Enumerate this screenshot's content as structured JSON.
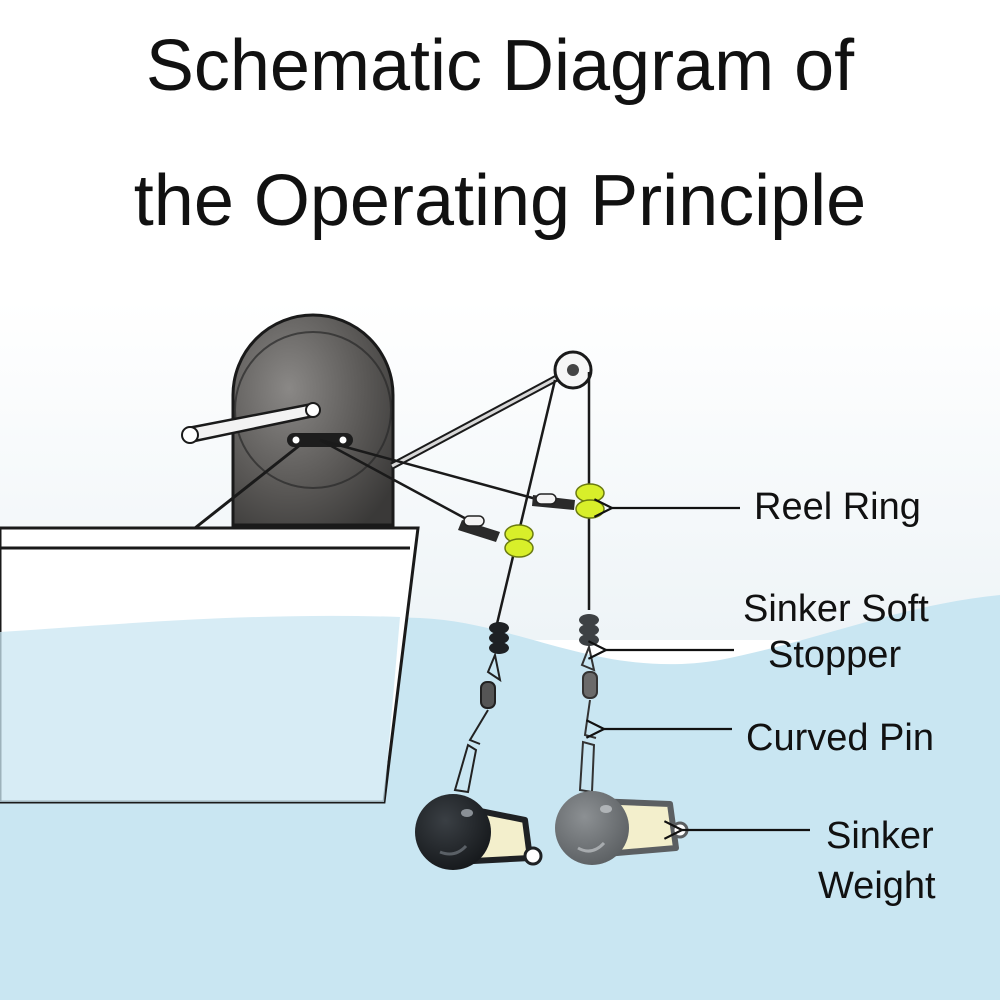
{
  "title": {
    "line1": "Schematic Diagram of",
    "line2": "the Operating Principle"
  },
  "labels": {
    "reel_ring": "Reel Ring",
    "sinker_soft_stopper_line1": "Sinker Soft",
    "sinker_soft_stopper_line2": "Stopper",
    "curved_pin": "Curved Pin",
    "sinker_weight_line1": "Sinker",
    "sinker_weight_line2": "Weight"
  },
  "colors": {
    "water": "#c9e6f2",
    "sky": "#f3f7f9",
    "stopper_green": "#d8ef2a",
    "reel_gray": "#5a5856",
    "sinker_dark": "#1e2124",
    "sinker_tip": "#f3efcc"
  }
}
